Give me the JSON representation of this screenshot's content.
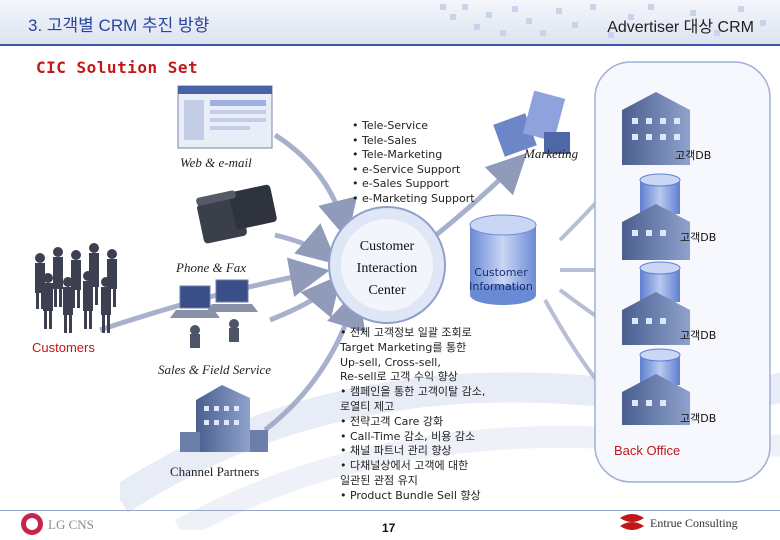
{
  "header": {
    "title": "3. 고객별 CRM 추진 방향",
    "right_title": "Advertiser  대상 CRM"
  },
  "subtitle": "CIC Solution Set",
  "left_channels": {
    "web": "Web & e-mail",
    "phone": "Phone  &  Fax",
    "customers": "Customers",
    "sales": "Sales & Field Service",
    "channel": "Channel Partners"
  },
  "top_bullets": [
    "• Tele-Service",
    "• Tele-Sales",
    "• Tele-Marketing",
    "• e-Service Support",
    "• e-Sales Support",
    "• e-Marketing Support"
  ],
  "center": {
    "line1": "Customer",
    "line2": "Interaction",
    "line3": "Center"
  },
  "customer_information": {
    "line1": "Customer",
    "line2": "Information"
  },
  "marketing": "Marketing",
  "right_dbs": [
    "고객DB",
    "고객DB",
    "고객DB",
    "고객DB"
  ],
  "back_office": "Back Office",
  "bottom_bullets": [
    "• 전체 고객정보 일괄 조회로",
    "   Target Marketing를 통한",
    "   Up-sell, Cross-sell,",
    "   Re-sell로 고객 수익 향상",
    "• 캠페인을 통한 고객이탈 감소,",
    "   로열티 제고",
    "• 전략고객 Care 강화",
    "• Call-Time 감소, 비용 감소",
    "• 채널 파트너 관리 향상",
    "• 다채널상에서 고객에 대한",
    "   일관된 관점 유지",
    "• Product Bundle Sell 향상"
  ],
  "page_number": "17",
  "footer": {
    "left_logo": "LG CNS",
    "right_logo": "Entrue Consulting"
  },
  "colors": {
    "header_blue": "#2a45a0",
    "accent_red": "#c01818",
    "db_blue": "#7f9ad8",
    "arrow_gray": "#8a96b8"
  }
}
